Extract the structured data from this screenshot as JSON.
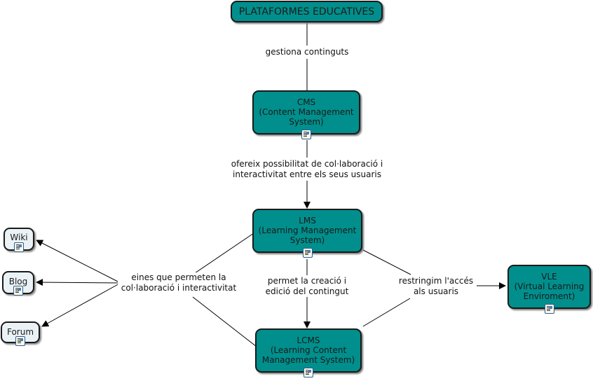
{
  "nodes": {
    "plataformes": {
      "label": "PLATAFORMES EDUCATIVES"
    },
    "cms": {
      "label": "CMS\n(Content Management\nSystem)"
    },
    "lms": {
      "label": "LMS\n(Learning Management\nSystem)"
    },
    "lcms": {
      "label": "LCMS\n(Learning Content\nManagement System)"
    },
    "vle": {
      "label": "VLE\n(Virtual Learning\nEnviroment)"
    },
    "wiki": {
      "label": "Wiki"
    },
    "blog": {
      "label": "Blog"
    },
    "forum": {
      "label": "Forum"
    }
  },
  "links": {
    "gestiona": "gestiona continguts",
    "ofereix": "ofereix possibilitat de col·laboració i\ninteractivitat entre els seus usuaris",
    "permet": "permet la creació i\nedició del contingut",
    "restringim": "restringim l'accés\nals usuaris",
    "eines": "eines que permeten la\ncol·laboració i interactivitat"
  },
  "colors": {
    "node_fill": "#008f8c",
    "leaf_fill": "#eaf2f6",
    "line": "#000000"
  }
}
